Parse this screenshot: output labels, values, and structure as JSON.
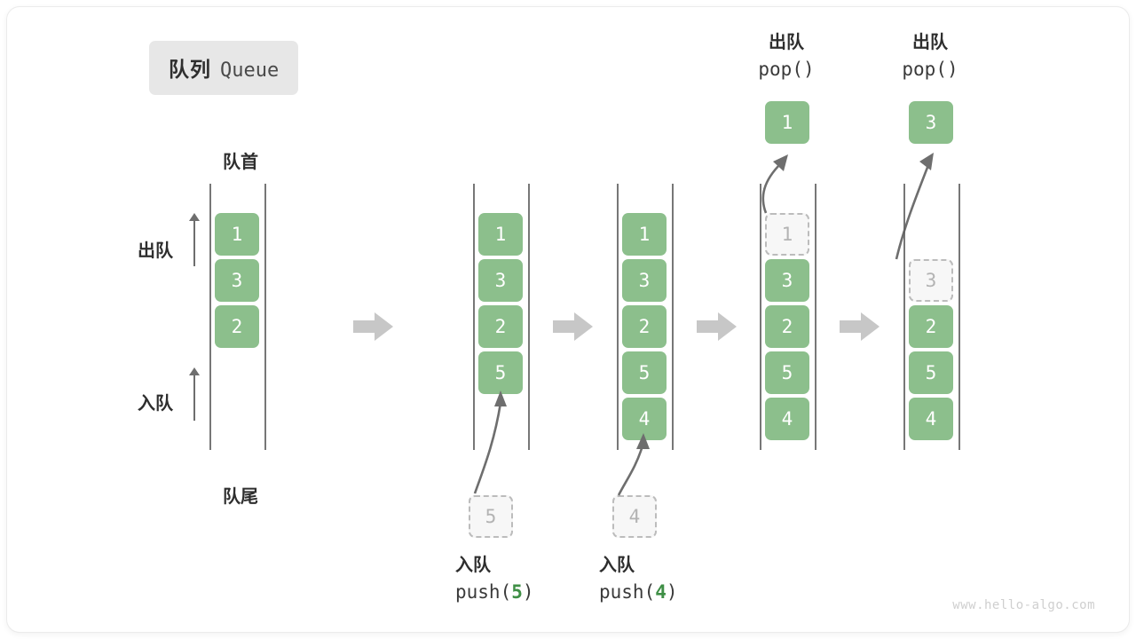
{
  "title": {
    "cn": "队列",
    "en": "Queue"
  },
  "labels": {
    "front": "队首",
    "rear": "队尾",
    "dequeue": "出队",
    "enqueue": "入队"
  },
  "watermark": "www.hello-algo.com",
  "colors": {
    "cell": "#8cbf8c",
    "cell_text": "#ffffff",
    "ghost_fill": "#f7f7f7",
    "ghost_border": "#bcbcbc",
    "ghost_text": "#b3b3b3",
    "rail": "#5f5f5f",
    "arrow": "#6e6e6e",
    "step_arrow": "#c7c7c7",
    "text": "#2e2e2e",
    "accent_num": "#3f8f46",
    "badge_bg": "#e7e7e7"
  },
  "columns": [
    {
      "name": "initial-queue",
      "cells": [
        "1",
        "3",
        "2"
      ],
      "ghost": null,
      "popped": null,
      "caption": null
    },
    {
      "name": "after-push-5",
      "cells": [
        "1",
        "3",
        "2",
        "5"
      ],
      "ghost": {
        "value": "5",
        "position": "below"
      },
      "popped": null,
      "caption": {
        "line1": "入队",
        "op": "push(",
        "num": "5",
        "close": ")"
      }
    },
    {
      "name": "after-push-4",
      "cells": [
        "1",
        "3",
        "2",
        "5",
        "4"
      ],
      "ghost": {
        "value": "4",
        "position": "below"
      },
      "popped": null,
      "caption": {
        "line1": "入队",
        "op": "push(",
        "num": "4",
        "close": ")"
      }
    },
    {
      "name": "after-pop-1",
      "cells": [
        "3",
        "2",
        "5",
        "4"
      ],
      "ghost": {
        "value": "1",
        "position": "slot0"
      },
      "popped": {
        "value": "1",
        "line1": "出队",
        "line2": "pop()"
      },
      "caption": null
    },
    {
      "name": "after-pop-3",
      "cells": [
        "2",
        "5",
        "4"
      ],
      "ghost": {
        "value": "3",
        "position": "slot1"
      },
      "popped": {
        "value": "3",
        "line1": "出队",
        "line2": "pop()"
      },
      "caption": null
    }
  ],
  "step_arrows": [
    "step-arrow-1",
    "step-arrow-2",
    "step-arrow-3",
    "step-arrow-4"
  ]
}
